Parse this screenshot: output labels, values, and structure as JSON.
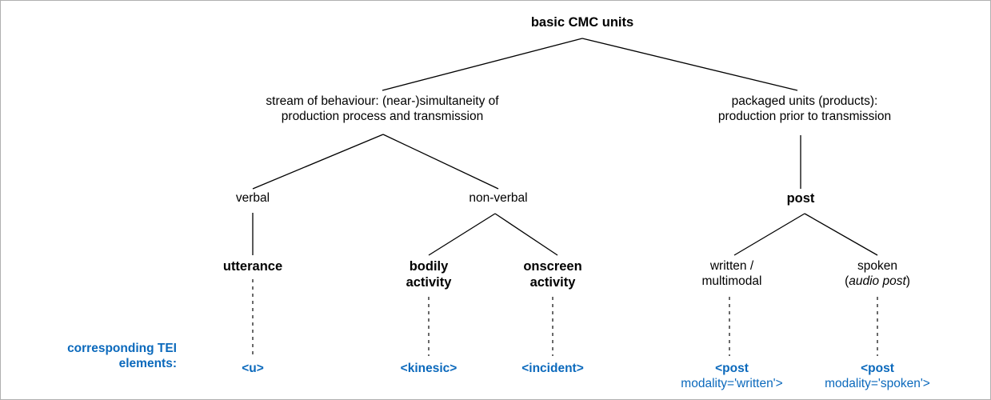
{
  "diagram": {
    "title": "basic CMC units",
    "accent_blue": "#0B69BC",
    "line_color": "#000000",
    "background": "#ffffff",
    "border_color": "#b0b0b0",
    "nodes": {
      "root": "basic CMC units",
      "stream_line1": "stream of behaviour: (near-)simultaneity of",
      "stream_line2": "production process and transmission",
      "packaged_line1": "packaged units (products):",
      "packaged_line2": "production prior to transmission",
      "verbal": "verbal",
      "non_verbal": "non-verbal",
      "post": "post",
      "utterance": "utterance",
      "bodily_line1": "bodily",
      "bodily_line2": "activity",
      "onscreen_line1": "onscreen",
      "onscreen_line2": "activity",
      "written_line1": "written /",
      "written_line2": "multimodal",
      "spoken_line1": "spoken",
      "spoken_line2_open": "(",
      "spoken_line2_italic": "audio post",
      "spoken_line2_close": ")"
    },
    "tei": {
      "label_line1": "corresponding TEI",
      "label_line2": "elements:",
      "u": "<u>",
      "kinesic": "<kinesic>",
      "incident": "<incident>",
      "post_written_line1": "<post",
      "post_written_line2": "modality='written'>",
      "post_spoken_line1": "<post",
      "post_spoken_line2": "modality='spoken'>"
    }
  }
}
